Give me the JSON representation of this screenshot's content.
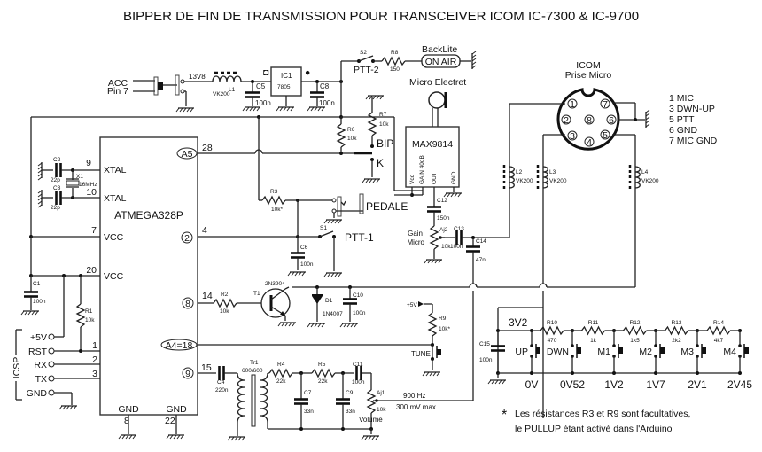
{
  "title": "BIPPER DE FIN DE TRANSMISSION POUR TRANSCEIVER ICOM IC-7300 & IC-9700",
  "power": {
    "acc_label": [
      "ACC",
      "Pin 7"
    ],
    "supply_voltage": "13V8",
    "l1": {
      "ref": "L1",
      "value": "VK200"
    },
    "c5": {
      "ref": "C5",
      "value": "100n"
    },
    "ic1": {
      "ref": "IC1",
      "value": "7805"
    },
    "c8": {
      "ref": "C8",
      "value": "100n"
    }
  },
  "backlite": {
    "s2": {
      "ref": "S2",
      "label": "PTT-2"
    },
    "r8": {
      "ref": "R8",
      "value": "150"
    },
    "title": "BackLite",
    "lamp_label": "ON AIR"
  },
  "mcu": {
    "name": "ATMEGA328P",
    "left_pins": [
      {
        "num": "9",
        "name": "XTAL"
      },
      {
        "num": "10",
        "name": "XTAL"
      },
      {
        "num": "7",
        "name": "VCC"
      },
      {
        "num": "20",
        "name": "VCC"
      },
      {
        "num": "1",
        "name": ""
      },
      {
        "num": "2",
        "name": ""
      },
      {
        "num": "3",
        "name": ""
      }
    ],
    "right_pins": [
      {
        "num": "28",
        "tag": "A5"
      },
      {
        "num": "4",
        "tag": "2"
      },
      {
        "num": "14",
        "tag": "8"
      },
      {
        "num": "",
        "tag": "A4=18"
      },
      {
        "num": "15",
        "tag": "9"
      }
    ],
    "bottom_pins": [
      {
        "num": "8",
        "name": "GND"
      },
      {
        "num": "22",
        "name": "GND"
      }
    ]
  },
  "crystal": {
    "c2": {
      "ref": "C2",
      "value": "22p"
    },
    "c3": {
      "ref": "C3",
      "value": "22p"
    },
    "x1": {
      "ref": "X1",
      "value": "16MHz"
    }
  },
  "c1": {
    "ref": "C1",
    "value": "100n"
  },
  "r1": {
    "ref": "R1",
    "value": "10k"
  },
  "icsp": {
    "label": "ICSP",
    "pins": [
      "+5V",
      "RST",
      "RX",
      "TX",
      "GND"
    ]
  },
  "key": {
    "r6": {
      "ref": "R6",
      "value": "10k"
    },
    "r7": {
      "ref": "R7",
      "value": "10k"
    },
    "bip_label": "BIP",
    "k_label": "K"
  },
  "pedal": {
    "r3": {
      "ref": "R3",
      "value": "10k*"
    },
    "label": "PEDALE",
    "s1": {
      "ref": "S1",
      "label": "PTT-1"
    },
    "c6": {
      "ref": "C6",
      "value": "100n"
    }
  },
  "mic": {
    "title": "Micro Electret",
    "amp": "MAX9814",
    "amp_pins": [
      "Vcc",
      "GAIN 40dB",
      "OUT",
      "GND"
    ],
    "c12": {
      "ref": "C12",
      "value": "150n"
    },
    "aj2": {
      "ref": "Aj2",
      "value": "10k",
      "label": [
        "Gain",
        "Micro"
      ]
    },
    "c13": {
      "ref": "C13",
      "value": "100n"
    },
    "c14": {
      "ref": "C14",
      "value": "47n"
    }
  },
  "connector": {
    "title": [
      "ICOM",
      "Prise Micro"
    ],
    "pins": [
      "1",
      "2",
      "3",
      "4",
      "5",
      "6",
      "7",
      "8"
    ],
    "legend": [
      "1 MIC",
      "3 DWN-UP",
      "5 PTT",
      "6 GND",
      "7 MIC GND"
    ],
    "chokes": [
      {
        "ref": "L2",
        "value": "VK200"
      },
      {
        "ref": "L3",
        "value": "VK200"
      },
      {
        "ref": "L4",
        "value": "VK200"
      }
    ]
  },
  "driver": {
    "r2": {
      "ref": "R2",
      "value": "10k"
    },
    "t1": {
      "ref": "T1",
      "value": "2N3904"
    },
    "d1": {
      "ref": "D1",
      "value": "1N4007"
    },
    "c10": {
      "ref": "C10",
      "value": "100n"
    }
  },
  "tune": {
    "supply": "+5V",
    "r9": {
      "ref": "R9",
      "value": "10k*"
    },
    "label": "TUNE"
  },
  "audio": {
    "c4": {
      "ref": "C4",
      "value": "220n"
    },
    "tr1": {
      "ref": "Tr1",
      "value": "600/600"
    },
    "r4": {
      "ref": "R4",
      "value": "22k"
    },
    "r5": {
      "ref": "R5",
      "value": "22k"
    },
    "c7": {
      "ref": "C7",
      "value": "33n"
    },
    "c9": {
      "ref": "C9",
      "value": "33n"
    },
    "c11": {
      "ref": "C11",
      "value": "100n"
    },
    "aj1": {
      "ref": "Aj1",
      "value": "10k",
      "label": "Volume"
    },
    "freq": "900 Hz",
    "level": "300 mV max"
  },
  "keypad": {
    "supply": "3V2",
    "c15": {
      "ref": "C15",
      "value": "100n"
    },
    "resistors": [
      {
        "ref": "R10",
        "value": "470"
      },
      {
        "ref": "R11",
        "value": "1k"
      },
      {
        "ref": "R12",
        "value": "1k5"
      },
      {
        "ref": "R13",
        "value": "2k2"
      },
      {
        "ref": "R14",
        "value": "4k7"
      }
    ],
    "buttons": [
      {
        "label": "UP",
        "voltage": "0V"
      },
      {
        "label": "DWN",
        "voltage": "0V52"
      },
      {
        "label": "M1",
        "voltage": "1V2"
      },
      {
        "label": "M2",
        "voltage": "1V7"
      },
      {
        "label": "M3",
        "voltage": "2V1"
      },
      {
        "label": "M4",
        "voltage": "2V45"
      }
    ]
  },
  "note": {
    "star": "*",
    "lines": [
      "Les résistances R3 et R9 sont facultatives,",
      "le PULLUP étant activé dans l'Arduino"
    ]
  }
}
